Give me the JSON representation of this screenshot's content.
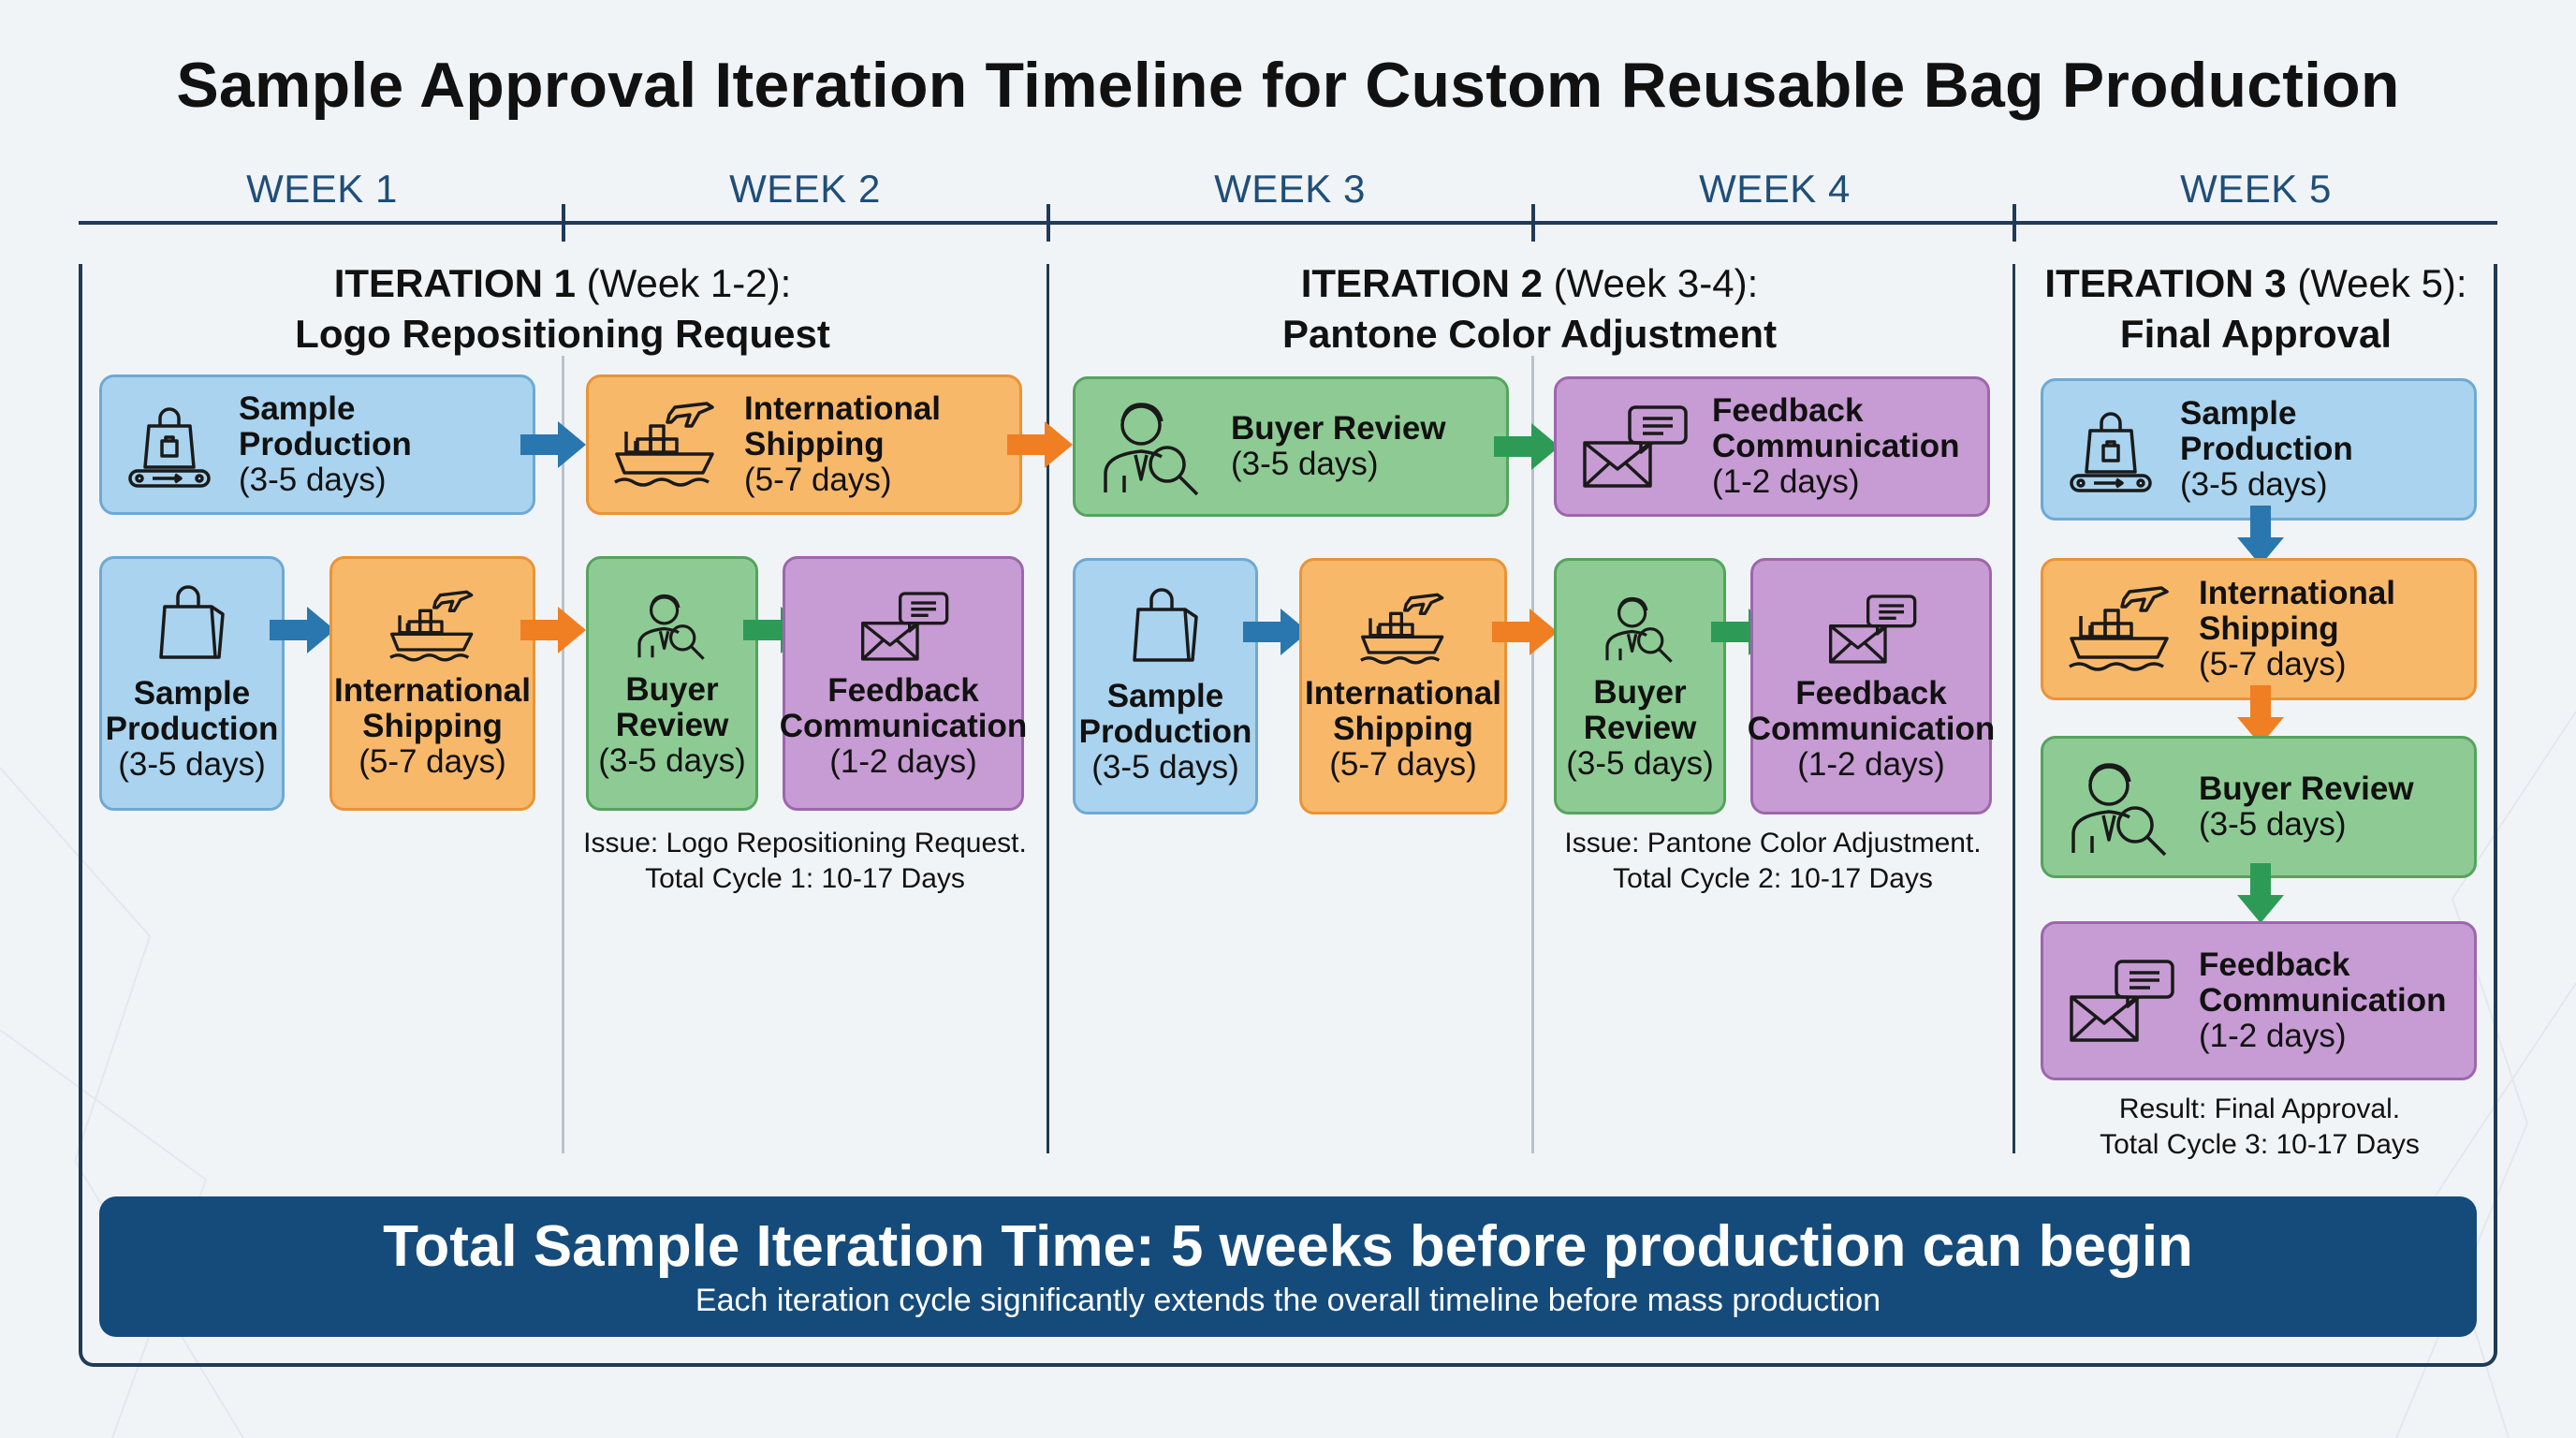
{
  "title": "Sample Approval Iteration Timeline for Custom Reusable Bag Production",
  "weeks": [
    "WEEK 1",
    "WEEK 2",
    "WEEK 3",
    "WEEK 4",
    "WEEK 5"
  ],
  "iterations": [
    {
      "label": "ITERATION 1",
      "range": "(Week 1-2):",
      "subtitle": "Logo Repositioning Request",
      "note_line1": "Issue: Logo Repositioning Request.",
      "note_line2": "Total Cycle 1: 10-17 Days"
    },
    {
      "label": "ITERATION 2",
      "range": "(Week 3-4):",
      "subtitle": "Pantone Color Adjustment",
      "note_line1": "Issue: Pantone Color Adjustment.",
      "note_line2": "Total Cycle 2: 10-17 Days"
    },
    {
      "label": "ITERATION 3",
      "range": "(Week 5):",
      "subtitle": "Final Approval",
      "note_line1": "Result: Final Approval.",
      "note_line2": "Total Cycle 3: 10-17 Days"
    }
  ],
  "steps": {
    "sample": {
      "name_1": "Sample",
      "name_2": "Production",
      "duration": "(3-5 days)"
    },
    "shipping": {
      "name_1": "International",
      "name_2": "Shipping",
      "duration": "(5-7 days)"
    },
    "review": {
      "name_1": "Buyer",
      "name_2": "Review",
      "name_full": "Buyer Review",
      "duration": "(3-5 days)"
    },
    "feedback": {
      "name_1": "Feedback",
      "name_2": "Communication",
      "duration": "(1-2 days)"
    }
  },
  "summary": {
    "headline": "Total Sample Iteration Time: 5 weeks before production can begin",
    "subline": "Each iteration cycle significantly extends the overall timeline before mass production"
  },
  "colors": {
    "sample": "#a9d3ee",
    "shipping": "#f8b86a",
    "review": "#8ecb94",
    "feedback": "#c79bd3",
    "arrow_blue": "#2a77b0",
    "arrow_orange": "#ef7f22",
    "arrow_green": "#2d9b56",
    "axis": "#1f3b57",
    "banner": "#154b7a"
  },
  "icons": [
    "shopping-bag-conveyor-icon",
    "shopping-bag-icon",
    "cargo-ship-plane-icon",
    "reviewer-magnifier-icon",
    "envelope-chat-icon",
    "arrow-icon"
  ]
}
